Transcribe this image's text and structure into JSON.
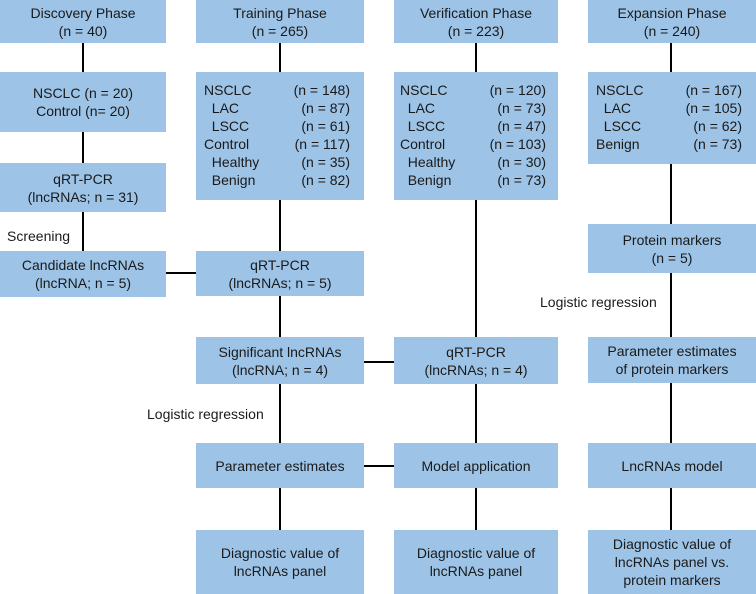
{
  "phases": {
    "discovery": {
      "title": "Discovery Phase",
      "n": "(n = 40)"
    },
    "training": {
      "title": "Training Phase",
      "n": "(n = 265)"
    },
    "verification": {
      "title": "Verification Phase",
      "n": "(n = 223)"
    },
    "expansion": {
      "title": "Expansion Phase",
      "n": "(n = 240)"
    }
  },
  "discovery_nodes": {
    "cohort": {
      "line1": "NSCLC (n = 20)",
      "line2": "Control (n= 20)"
    },
    "qrtpcr": {
      "line1": "qRT-PCR",
      "line2": "(lncRNAs; n = 31)"
    },
    "candidate": {
      "line1": "Candidate lncRNAs",
      "line2": "(lncRNA; n = 5)"
    },
    "screening_label": "Screening"
  },
  "training_nodes": {
    "cohort": [
      {
        "name": "NSCLC",
        "n": "(n = 148)"
      },
      {
        "name": "  LAC",
        "n": "(n = 87)"
      },
      {
        "name": "  LSCC",
        "n": "(n = 61)"
      },
      {
        "name": "Control",
        "n": "(n = 117)"
      },
      {
        "name": "  Healthy",
        "n": "(n = 35)"
      },
      {
        "name": "  Benign",
        "n": "(n = 82)"
      }
    ],
    "qrtpcr": {
      "line1": "qRT-PCR",
      "line2": "(lncRNAs; n = 5)"
    },
    "significant": {
      "line1": "Significant lncRNAs",
      "line2": "(lncRNA; n = 4)"
    },
    "logistic_label": "Logistic regression",
    "params": "Parameter estimates",
    "diagnostic": {
      "line1": "Diagnostic value of",
      "line2": "lncRNAs panel"
    }
  },
  "verification_nodes": {
    "cohort": [
      {
        "name": "NSCLC",
        "n": "(n = 120)"
      },
      {
        "name": "  LAC",
        "n": "(n = 73)"
      },
      {
        "name": "  LSCC",
        "n": "(n = 47)"
      },
      {
        "name": "Control",
        "n": "(n = 103)"
      },
      {
        "name": "  Healthy",
        "n": "(n = 30)"
      },
      {
        "name": "  Benign",
        "n": "(n = 73)"
      }
    ],
    "qrtpcr": {
      "line1": "qRT-PCR",
      "line2": "(lncRNAs; n = 4)"
    },
    "model_app": "Model application",
    "diagnostic": {
      "line1": "Diagnostic value of",
      "line2": "lncRNAs panel"
    }
  },
  "expansion_nodes": {
    "cohort": [
      {
        "name": "NSCLC",
        "n": "(n = 167)"
      },
      {
        "name": "  LAC",
        "n": "(n = 105)"
      },
      {
        "name": "  LSCC",
        "n": "(n = 62)"
      },
      {
        "name": "Benign",
        "n": "(n = 73)"
      }
    ],
    "protein": {
      "line1": "Protein markers",
      "line2": "(n = 5)"
    },
    "logistic_label": "Logistic regression",
    "params": {
      "line1": "Parameter estimates",
      "line2": "of protein markers"
    },
    "model": "LncRNAs model",
    "diagnostic": {
      "line1": "Diagnostic value of",
      "line2": "lncRNAs panel vs.",
      "line3": "protein markers"
    }
  },
  "colors": {
    "box_fill": "#9dc3e6",
    "connector": "#000000"
  }
}
